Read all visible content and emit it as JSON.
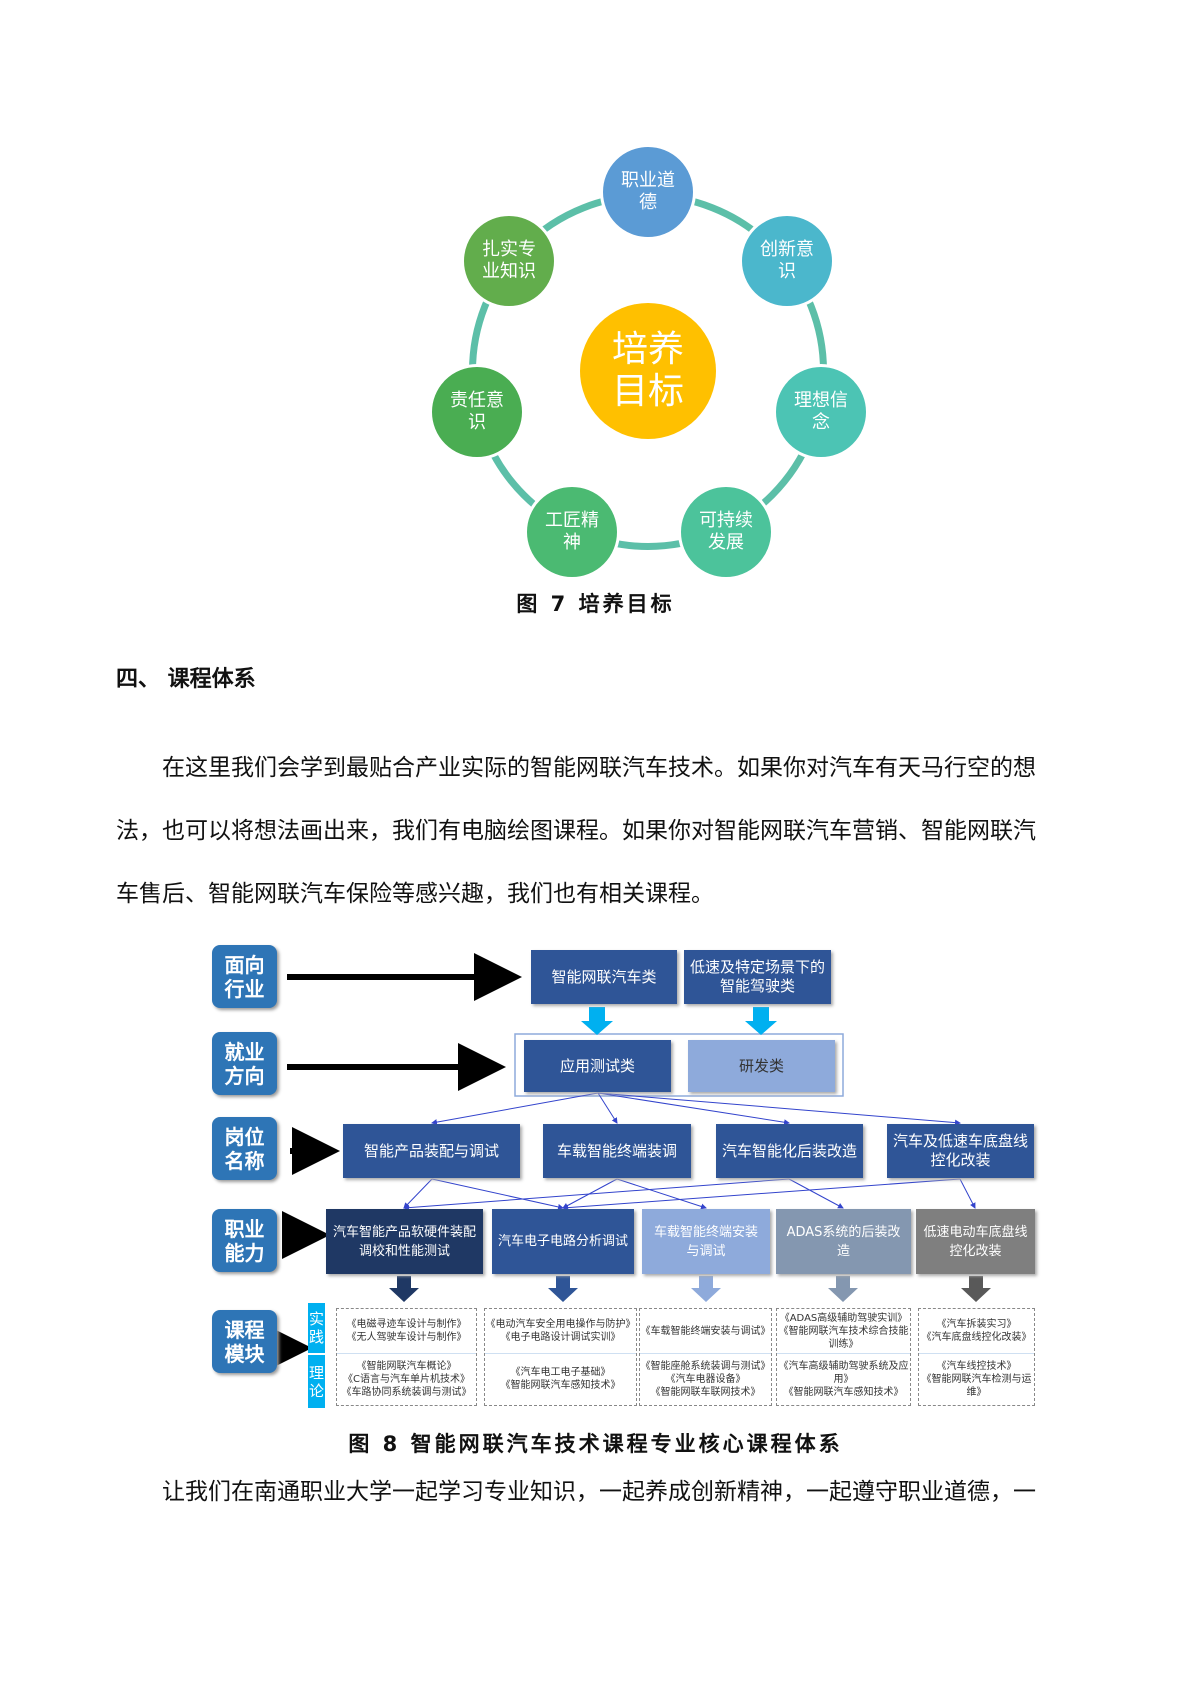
{
  "fig7": {
    "center": "培养目标",
    "nodes": [
      "职业道德",
      "创新意识",
      "理想信念",
      "可持续发展",
      "工匠精神",
      "责任意识",
      "扎实专业知识"
    ],
    "node_colors": [
      "#5b9bd5",
      "#4bb7cc",
      "#4cc4b4",
      "#4cc39b",
      "#4bba72",
      "#4aad52",
      "#62ad4c"
    ],
    "caption": "图 7  培养目标"
  },
  "section_heading": "四、  课程体系",
  "paragraph_lines": [
    "在这里我们会学到最贴合产业实际的智能网联汽车技术。如果你对汽车有天马行空的想",
    "法，也可以将想法画出来，我们有电脑绘图课程。如果你对智能网联汽车营销、智能网联汽",
    "车售后、智能网联汽车保险等感兴趣，我们也有相关课程。"
  ],
  "fig8": {
    "row_labels": [
      "面向行业",
      "就业方向",
      "岗位名称",
      "职业能力",
      "课程模块"
    ],
    "industry": [
      "智能网联汽车类",
      "低速及特定场景下的智能驾驶类"
    ],
    "direction": [
      "应用测试类",
      "研发类"
    ],
    "positions": [
      "智能产品装配与调试",
      "车载智能终端装调",
      "汽车智能化后装改造",
      "汽车及低速车底盘线控化改装"
    ],
    "abilities": [
      "汽车智能产品软硬件装配调校和性能测试",
      "汽车电子电路分析调试",
      "车载智能终端安装与调试",
      "ADAS系统的后装改造",
      "低速电动车底盘线控化改装"
    ],
    "module_types": [
      "实践",
      "理论"
    ],
    "courses": [
      {
        "practice": [
          "《电磁寻迹车设计与制作》",
          "《无人驾驶车设计与制作》"
        ],
        "theory": [
          "《智能网联汽车概论》",
          "《C语言与汽车单片机技术》",
          "《车路协同系统装调与测试》"
        ]
      },
      {
        "practice": [
          "《电动汽车安全用电操作与防护》",
          "《电子电路设计调试实训》"
        ],
        "theory": [
          "《汽车电工电子基础》",
          "《智能网联汽车感知技术》"
        ]
      },
      {
        "practice": [
          "《车载智能终端安装与调试》"
        ],
        "theory": [
          "《智能座舱系统装调与测试》",
          "《汽车电器设备》",
          "《智能网联车联网技术》"
        ]
      },
      {
        "practice": [
          "《ADAS高级辅助驾驶实训》",
          "《智能网联汽车技术综合技能训练》"
        ],
        "theory": [
          "《汽车高级辅助驾驶系统及应用》",
          "《智能网联汽车感知技术》"
        ]
      },
      {
        "practice": [
          "《汽车拆装实习》",
          "《汽车底盘线控化改装》"
        ],
        "theory": [
          "《汽车线控技术》",
          "《智能网联汽车检测与运维》"
        ]
      }
    ],
    "caption": "图 8  智能网联汽车技术课程专业核心课程体系"
  },
  "closing_line": "让我们在南通职业大学一起学习专业知识，一起养成创新精神，一起遵守职业道德，一"
}
